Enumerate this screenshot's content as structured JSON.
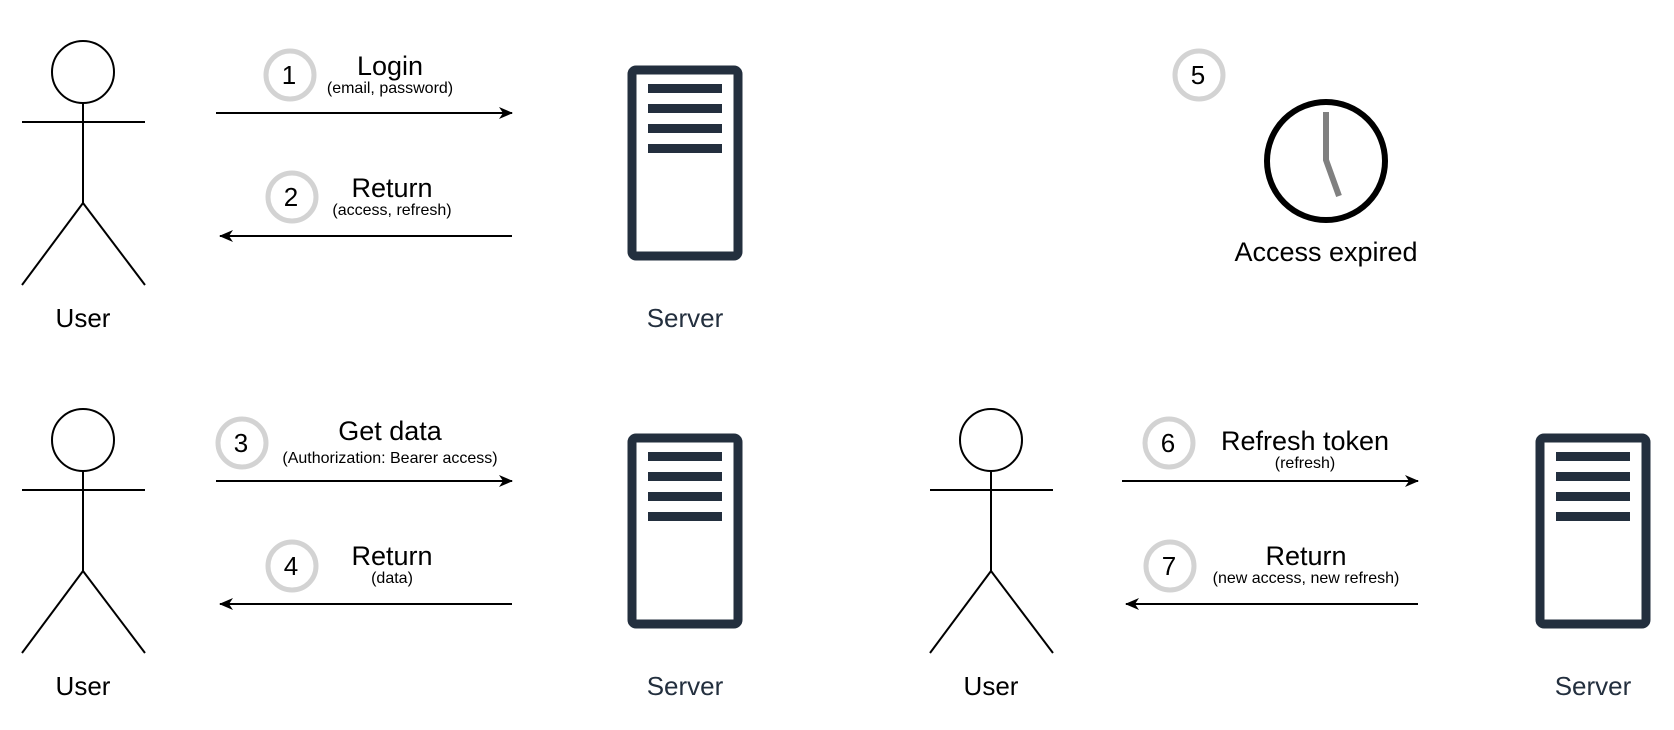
{
  "diagram": {
    "actors": [
      {
        "id": "user-top",
        "label": "User"
      },
      {
        "id": "user-bottom-left",
        "label": "User"
      },
      {
        "id": "user-bottom-right",
        "label": "User"
      }
    ],
    "servers": [
      {
        "id": "server-top",
        "label": "Server"
      },
      {
        "id": "server-bottom-left",
        "label": "Server"
      },
      {
        "id": "server-bottom-right",
        "label": "Server"
      }
    ],
    "steps": [
      {
        "number": "1",
        "title": "Login",
        "subtitle": "(email, password)"
      },
      {
        "number": "2",
        "title": "Return",
        "subtitle": "(access, refresh)"
      },
      {
        "number": "3",
        "title": "Get data",
        "subtitle": "(Authorization: Bearer access)"
      },
      {
        "number": "4",
        "title": "Return",
        "subtitle": "(data)"
      },
      {
        "number": "5",
        "title": "Access expired",
        "subtitle": ""
      },
      {
        "number": "6",
        "title": "Refresh token",
        "subtitle": "(refresh)"
      },
      {
        "number": "7",
        "title": "Return",
        "subtitle": "(new access, new refresh)"
      }
    ]
  },
  "colors": {
    "line": "#000000",
    "server": "#232f3e",
    "server_label": "#232f3e",
    "badge_ring": "#d3d3d3",
    "clock_hand": "#808080"
  },
  "icons": {
    "actor": "stick-figure-icon",
    "server": "server-icon",
    "clock": "clock-icon"
  }
}
